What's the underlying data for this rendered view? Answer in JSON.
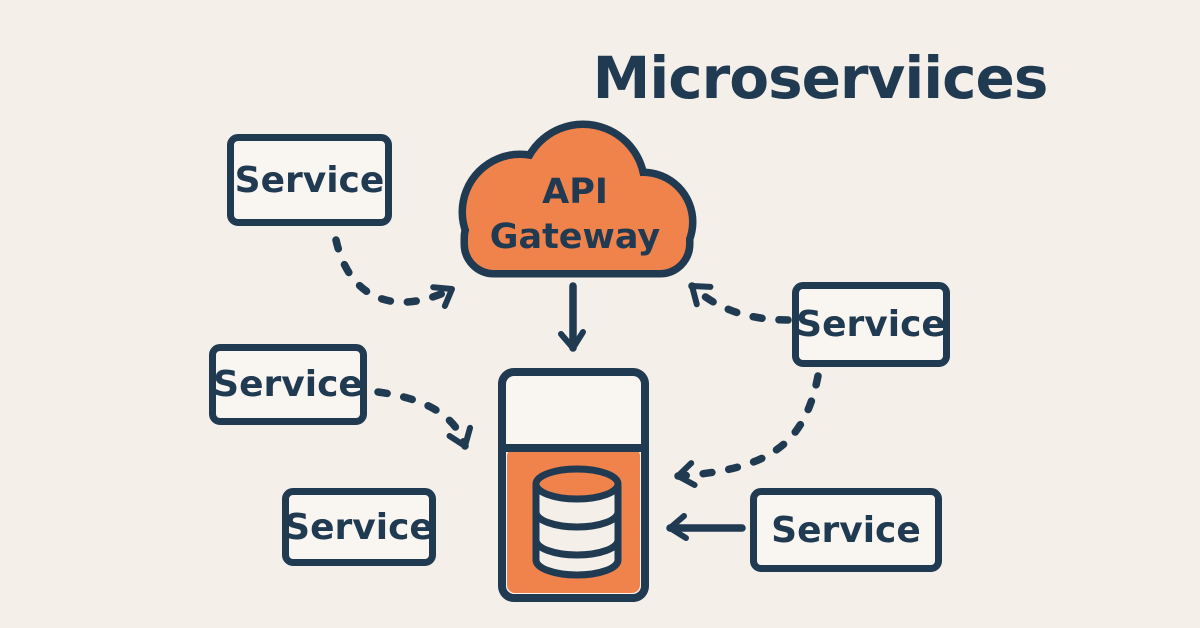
{
  "title": "Microserviices",
  "colors": {
    "background": "#F4EFE9",
    "ink": "#203A52",
    "accent_orange": "#F0834C",
    "box_fill": "#F9F5F0"
  },
  "gateway": {
    "label_line1": "API",
    "label_line2": "Gateway",
    "icon": "cloud-icon"
  },
  "services": [
    {
      "id": "service-top-left",
      "label": "Service"
    },
    {
      "id": "service-middle-left",
      "label": "Service"
    },
    {
      "id": "service-bottom-left",
      "label": "Service"
    },
    {
      "id": "service-middle-right",
      "label": "Service"
    },
    {
      "id": "service-bottom-right",
      "label": "Service"
    }
  ],
  "database": {
    "icon": "database-cylinder-icon"
  },
  "connections": [
    {
      "from": "service-top-left",
      "to": "api-gateway",
      "style": "dashed-curved-arrow"
    },
    {
      "from": "service-middle-right",
      "to": "api-gateway",
      "style": "dashed-curved-arrow"
    },
    {
      "from": "api-gateway",
      "to": "database",
      "style": "solid-arrow"
    },
    {
      "from": "service-middle-left",
      "to": "database",
      "style": "dashed-curved-arrow"
    },
    {
      "from": "service-middle-right",
      "to": "database",
      "style": "dashed-curved-arrow"
    },
    {
      "from": "service-bottom-right",
      "to": "database",
      "style": "solid-arrow"
    }
  ]
}
